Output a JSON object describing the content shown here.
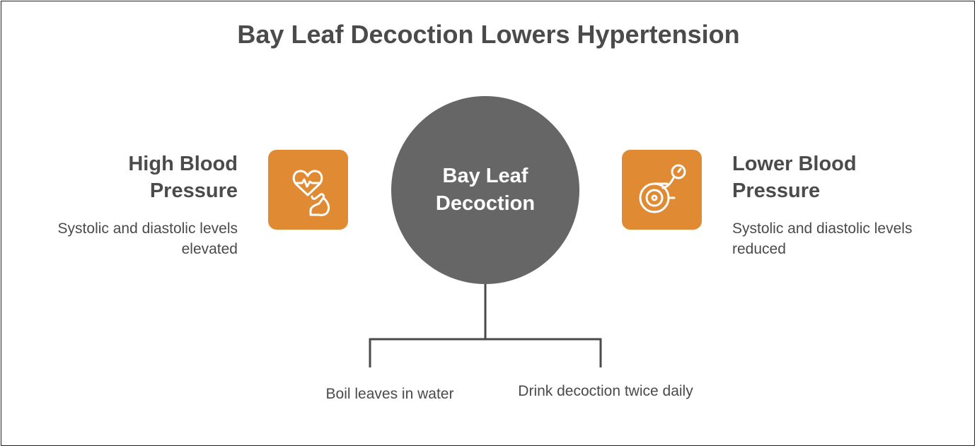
{
  "title": "Bay Leaf Decoction Lowers Hypertension",
  "center": {
    "label": "Bay Leaf Decoction"
  },
  "left": {
    "heading": "High Blood Pressure",
    "description": "Systolic and diastolic levels elevated",
    "icon": "heart-arm-icon"
  },
  "right": {
    "heading": "Lower Blood Pressure",
    "description": "Systolic and diastolic levels reduced",
    "icon": "blood-pressure-cuff-icon"
  },
  "steps": [
    {
      "label": "Boil leaves in water"
    },
    {
      "label": "Drink decoction twice daily"
    }
  ],
  "colors": {
    "accent": "#e08a33",
    "circle": "#666666",
    "text": "#4a4a4a",
    "line": "#4a4a4a"
  }
}
